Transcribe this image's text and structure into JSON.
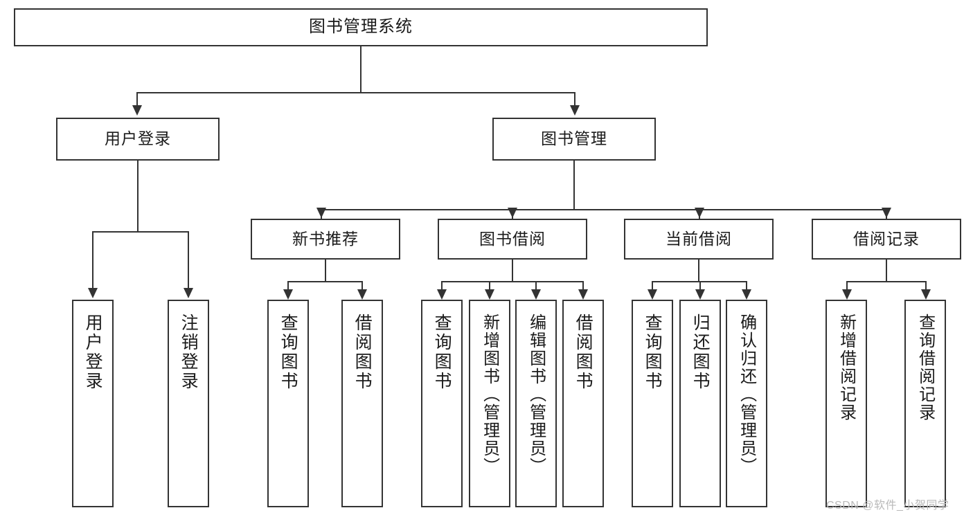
{
  "diagram": {
    "title": "图书管理系统",
    "type": "tree",
    "root": {
      "label": "图书管理系统"
    },
    "level1": [
      {
        "label": "用户登录"
      },
      {
        "label": "图书管理"
      }
    ],
    "level2": [
      {
        "label": "新书推荐"
      },
      {
        "label": "图书借阅"
      },
      {
        "label": "当前借阅"
      },
      {
        "label": "借阅记录"
      }
    ],
    "leaves": {
      "user_login": [
        {
          "label": "用户登录"
        },
        {
          "label": "注销登录"
        }
      ],
      "new_book_recommend": [
        {
          "label": "查询图书"
        },
        {
          "label": "借阅图书"
        }
      ],
      "book_borrow": [
        {
          "label": "查询图书"
        },
        {
          "label": "新增图书（管理员）"
        },
        {
          "label": "编辑图书（管理员）"
        },
        {
          "label": "借阅图书"
        }
      ],
      "current_borrow": [
        {
          "label": "查询图书"
        },
        {
          "label": "归还图书"
        },
        {
          "label": "确认归还（管理员）"
        }
      ],
      "borrow_record": [
        {
          "label": "新增借阅记录"
        },
        {
          "label": "查询借阅记录"
        }
      ]
    }
  },
  "watermark": {
    "text": "CSDN @软件_小贺同学"
  },
  "colors": {
    "stroke": "#333333",
    "background": "#ffffff",
    "text": "#1a1a1a",
    "watermark": "#b9b9b9"
  }
}
